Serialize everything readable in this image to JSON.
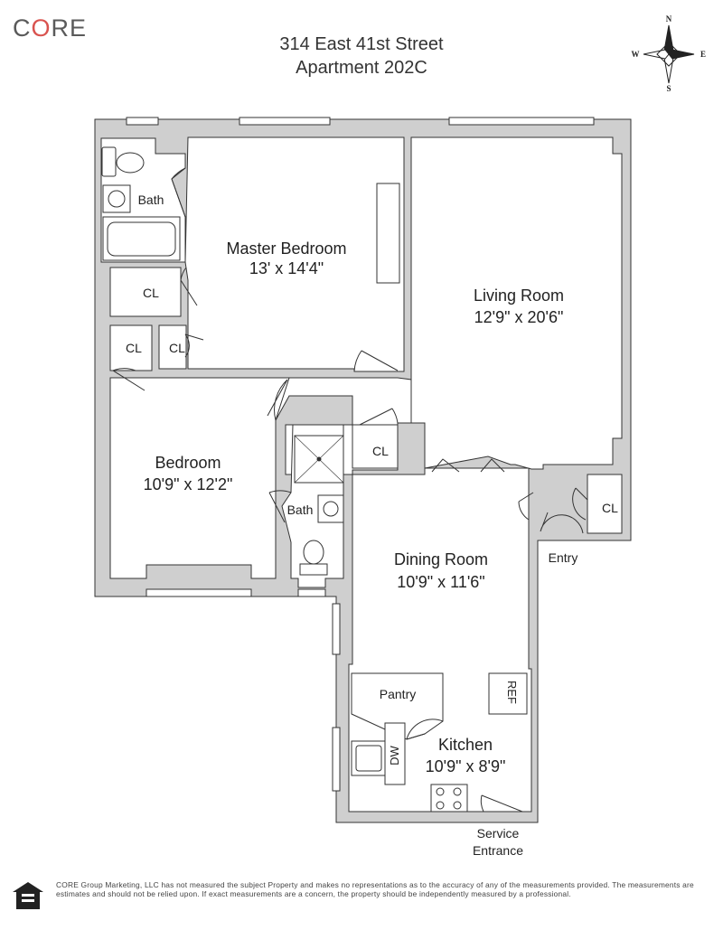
{
  "brand": {
    "prefix": "C",
    "o": "O",
    "suffix": "RE"
  },
  "address": {
    "line1": "314 East 41st Street",
    "line2": "Apartment 202C"
  },
  "compass": {
    "n": "N",
    "s": "S",
    "e": "E",
    "w": "W"
  },
  "rooms": {
    "master_bedroom": {
      "name": "Master Bedroom",
      "size": "13' x 14'4\""
    },
    "living_room": {
      "name": "Living Room",
      "size": "12'9\" x 20'6\""
    },
    "bedroom": {
      "name": "Bedroom",
      "size": "10'9\" x 12'2\""
    },
    "dining_room": {
      "name": "Dining Room",
      "size": "10'9\" x 11'6\""
    },
    "kitchen": {
      "name": "Kitchen",
      "size": "10'9\" x 8'9\""
    },
    "bath_upper": "Bath",
    "bath_lower": "Bath",
    "pantry": "Pantry",
    "closet": "CL",
    "ref": "REF",
    "dw": "DW",
    "entry": "Entry",
    "service_line1": "Service",
    "service_line2": "Entrance"
  },
  "disclaimer": "CORE Group Marketing, LLC has not measured the subject Property and makes no representations as to the accuracy of any of the measurements provided. The measurements are estimates and should not be relied upon. If exact measurements are a concern, the property should be independently measured by a professional.",
  "colors": {
    "wall": "#cfcfcf",
    "outline": "#333333",
    "brand_accent": "#d9534f"
  }
}
